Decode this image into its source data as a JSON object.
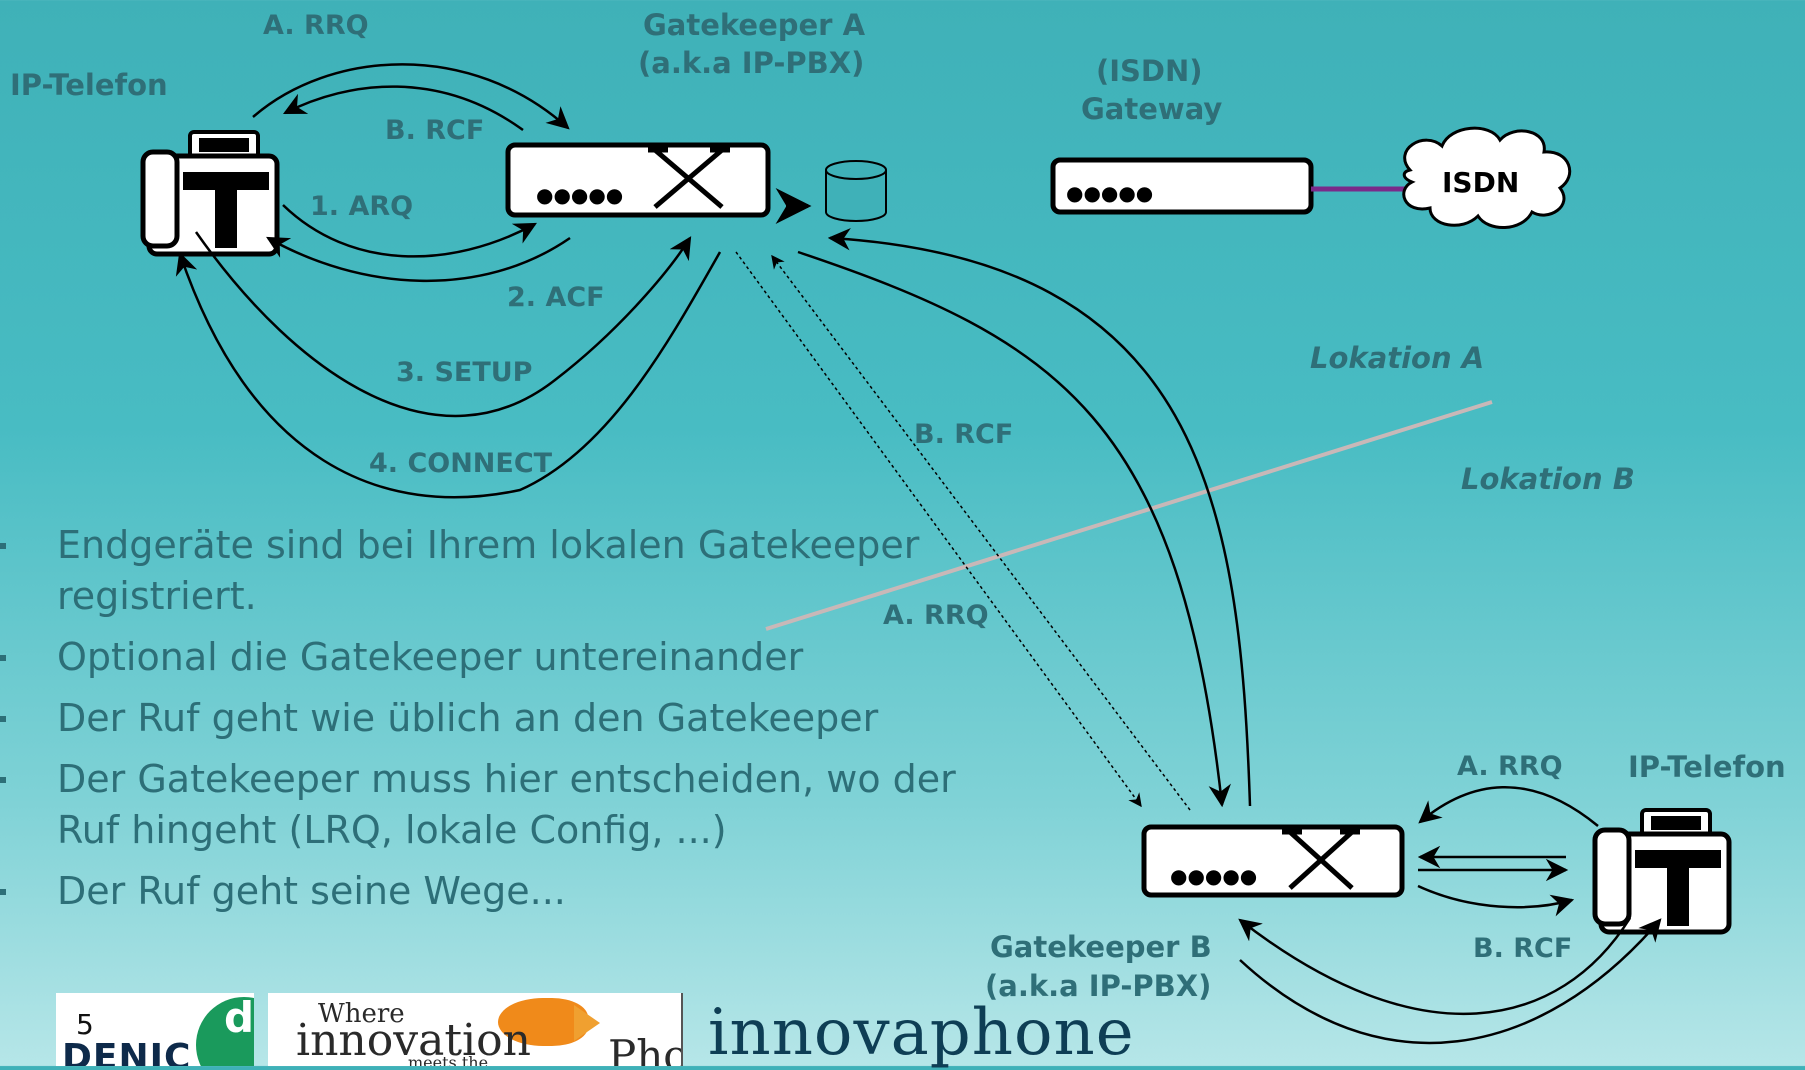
{
  "labels": {
    "ip_phone_a": "IP-Telefon",
    "gk_a_title": "Gatekeeper A",
    "gk_a_sub": "(a.k.a IP-PBX)",
    "gw_title": "(ISDN)",
    "gw_sub": "Gateway",
    "isdn": "ISDN",
    "a_rrq_top": "A. RRQ",
    "b_rcf_top": "B. RCF",
    "arq": "1. ARQ",
    "acf": "2. ACF",
    "setup": "3. SETUP",
    "connect": "4. CONNECT",
    "lokation_a": "Lokation A",
    "lokation_b": "Lokation B",
    "b_rcf_mid": "B. RCF",
    "a_rrq_mid": "A. RRQ",
    "a_rrq_right": "A. RRQ",
    "ip_phone_b": "IP-Telefon",
    "b_rcf_right": "B. RCF",
    "gk_b_title": "Gatekeeper B",
    "gk_b_sub": "(a.k.a IP-PBX)",
    "dots": "●●●●●"
  },
  "bullets": [
    "Endgeräte sind bei Ihrem lokalen Gatekeeper registriert.",
    "Optional die Gatekeeper untereinander",
    "Der Ruf geht wie üblich an den Gatekeeper",
    "Der Gatekeeper muss hier entscheiden, wo der Ruf hingeht (LRQ, lokale Config, ...)",
    "Der Ruf geht seine Wege..."
  ],
  "footer": {
    "page_number": "5",
    "denic_logo_text": "DENIC",
    "denic_logo_badge": "de",
    "slogan_line1": "Where",
    "slogan_line2": "innovation",
    "slogan_line3": "meets the",
    "slogan_line4": "Phone",
    "brand": "innovaphone"
  },
  "colors": {
    "label": "#2f6f78",
    "bullet_text": "#2d6f78",
    "isdn_link": "#7a2a8a",
    "boundary": "#c8b8b8"
  }
}
